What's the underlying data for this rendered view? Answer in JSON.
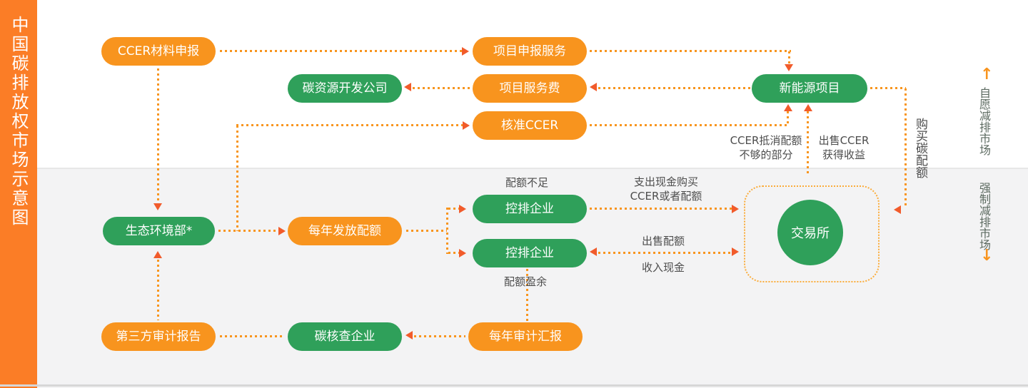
{
  "sidebar": {
    "title": "中国碳排放权市场示意图"
  },
  "nodes": {
    "ccer_material": {
      "label": "CCER材料申报"
    },
    "project_apply": {
      "label": "项目申报服务"
    },
    "carbon_dev": {
      "label": "碳资源开发公司"
    },
    "project_fee": {
      "label": "项目服务费"
    },
    "approved_ccer": {
      "label": "核准CCER"
    },
    "new_energy": {
      "label": "新能源项目"
    },
    "ministry": {
      "label": "生态环境部*"
    },
    "annual_quota": {
      "label": "每年发放配额"
    },
    "enterprise_short": {
      "label": "控排企业"
    },
    "enterprise_surplus": {
      "label": "控排企业"
    },
    "exchange": {
      "label": "交易所"
    },
    "third_party_report": {
      "label": "第三方审计报告"
    },
    "carbon_verifier": {
      "label": "碳核查企业"
    },
    "annual_audit": {
      "label": "每年审计汇报"
    }
  },
  "annotations": {
    "quota_short": "配额不足",
    "quota_surplus": "配额盈余",
    "pay_cash_1": "支出现金购买",
    "pay_cash_2": "CCER或者配额",
    "sell_quota": "出售配额",
    "income_cash": "收入现金",
    "ccer_offset_1": "CCER抵消配额",
    "ccer_offset_2": "不够的部分",
    "sell_ccer_1": "出售CCER",
    "sell_ccer_2": "获得收益",
    "buy_quota": "购买碳配额"
  },
  "markets": {
    "voluntary": "自愿减排市场",
    "mandatory": "强制减排市场",
    "up_arrow": "↑",
    "down_arrow": "↓"
  },
  "colors": {
    "orange": "#F8941E",
    "green": "#2FA05A",
    "sidebar": "#FB7D26",
    "dots": "#F8951E",
    "arrow": "#F15B2B",
    "label": "#4D4D4D",
    "market": "#5C6A60",
    "boxborder": "#FBAC3A",
    "bgtop": "#FFFFFF",
    "bgbottom": "#F3F3F4"
  }
}
